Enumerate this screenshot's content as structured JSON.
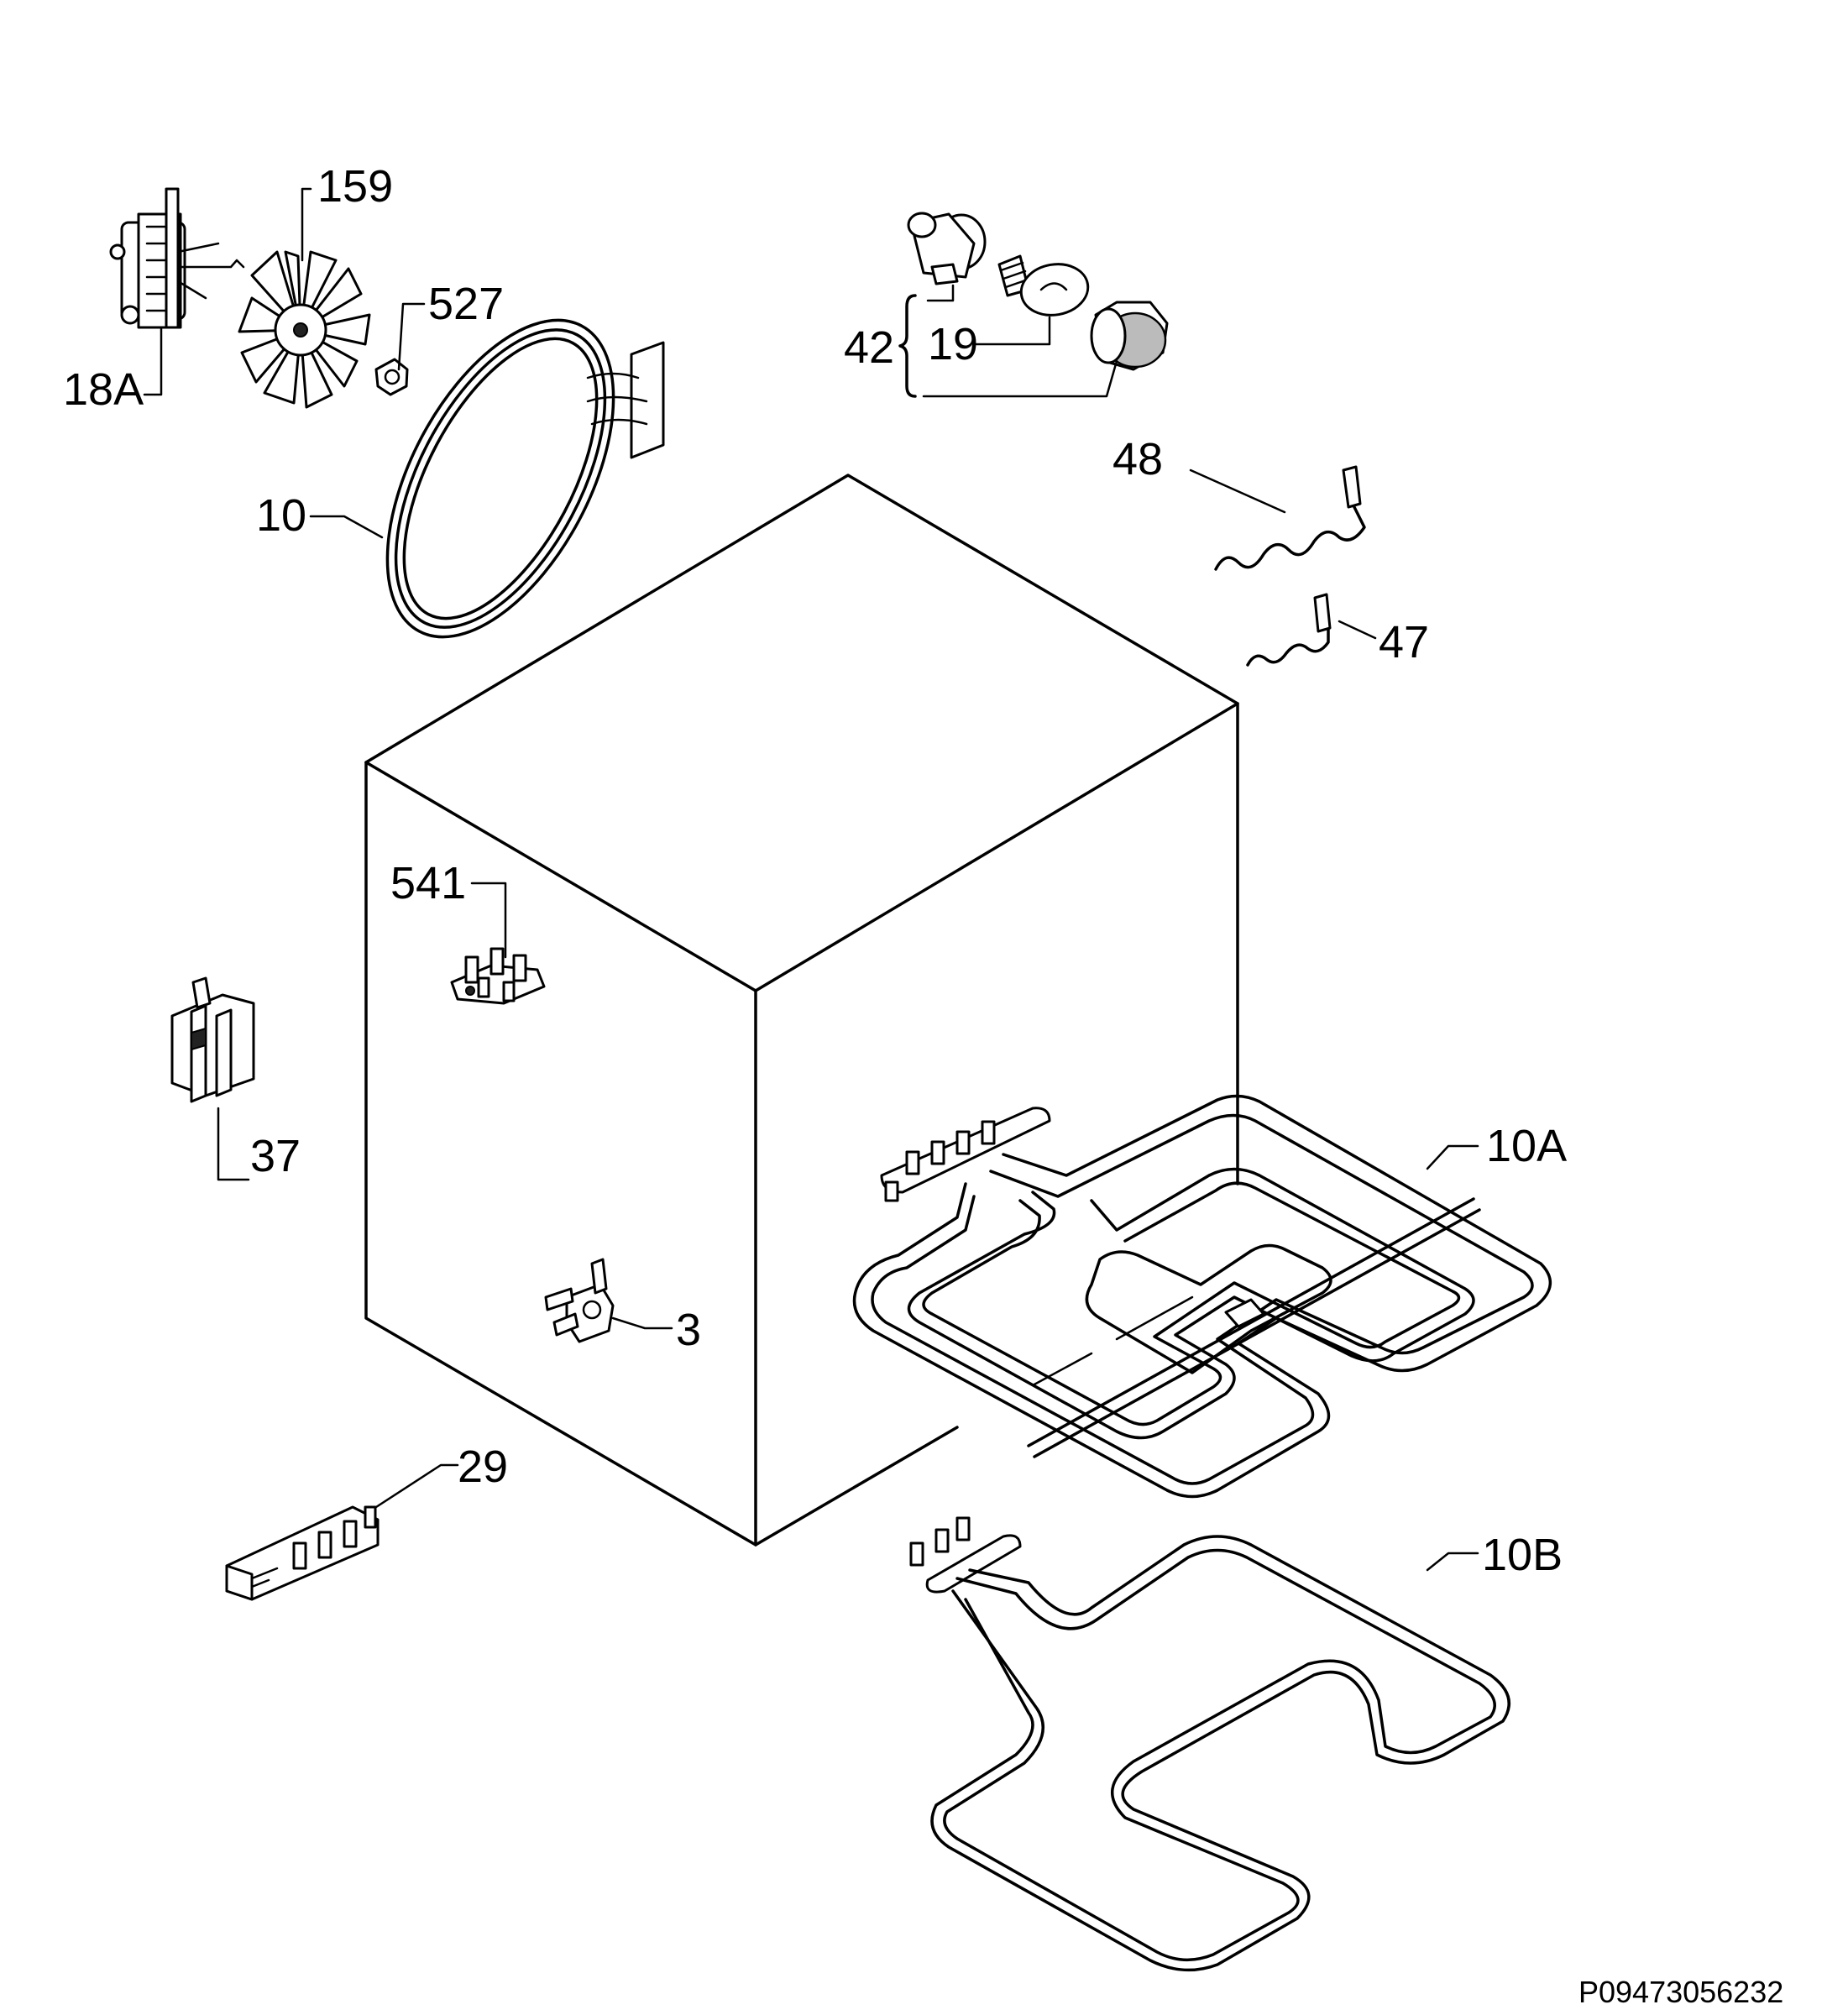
{
  "labels": {
    "l159": "159",
    "l527": "527",
    "l18a": "18A",
    "l10": "10",
    "l42": "42",
    "l19": "19",
    "l48": "48",
    "l47": "47",
    "l541": "541",
    "l37": "37",
    "l10a": "10A",
    "l3": "3",
    "l29": "29",
    "l10b": "10B"
  },
  "drawing_code": "P09473056232"
}
